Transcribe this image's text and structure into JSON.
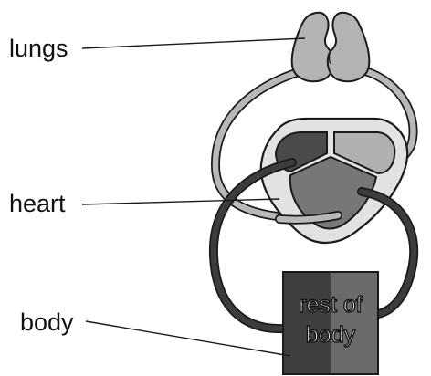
{
  "labels": {
    "lungs": "lungs",
    "heart": "heart",
    "body": "body"
  },
  "box_text": {
    "line1": "rest of",
    "line2": "body"
  },
  "colors": {
    "lung_fill": "#b4b4b4",
    "heart_outer": "#e2e2e2",
    "atrium_left": "#4a4a4a",
    "atrium_right": "#b0b0b0",
    "ventricle": "#777777",
    "loop_light": "#b8b8b8",
    "loop_dark": "#3c3c3c",
    "body_left": "#3e3e3e",
    "body_right": "#6a6a6a",
    "outline": "#1a1a1a"
  }
}
